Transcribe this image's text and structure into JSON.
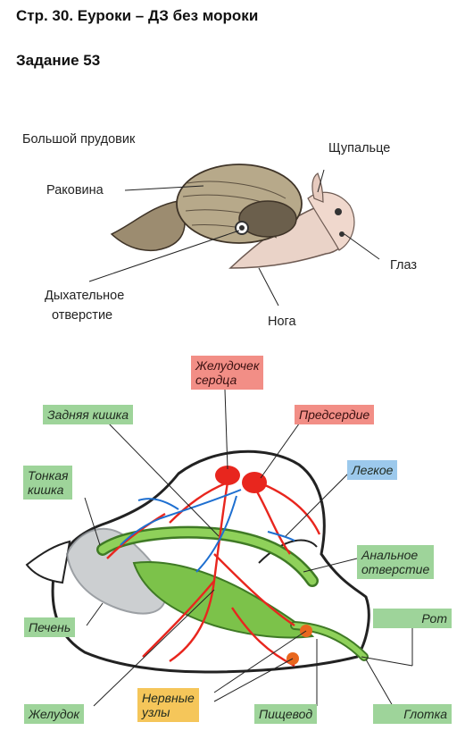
{
  "header": {
    "title": "Стр. 30. Еуроки – ДЗ без мороки",
    "task": "Задание 53"
  },
  "top_figure": {
    "caption": "Большой прудовик",
    "labels": {
      "shell": "Раковина",
      "tentacle": "Щупальце",
      "eye": "Глаз",
      "breathing_hole_line1": "Дыхательное",
      "breathing_hole_line2": "отверстие",
      "foot": "Нога"
    }
  },
  "bottom_figure": {
    "labels": {
      "ventricle_line1": "Желудочек",
      "ventricle_line2": "сердца",
      "hindgut": "Задняя кишка",
      "atrium": "Предсердие",
      "small_intestine_line1": "Тонкая",
      "small_intestine_line2": "кишка",
      "lung": "Легкое",
      "anal_opening_line1": "Анальное",
      "anal_opening_line2": "отверстие",
      "mouth": "Рот",
      "liver": "Печень",
      "stomach": "Желудок",
      "nerve_nodes_line1": "Нервные",
      "nerve_nodes_line2": "узлы",
      "esophagus": "Пищевод",
      "pharynx": "Глотка"
    }
  },
  "colors": {
    "label_green": "#9ed49a",
    "label_red": "#f28e86",
    "label_blue": "#9cc9ec",
    "label_yellow": "#f5c65a",
    "vessel_red": "#e8261e",
    "vessel_blue": "#1e6fd0",
    "gut_green": "#7cc24a"
  }
}
